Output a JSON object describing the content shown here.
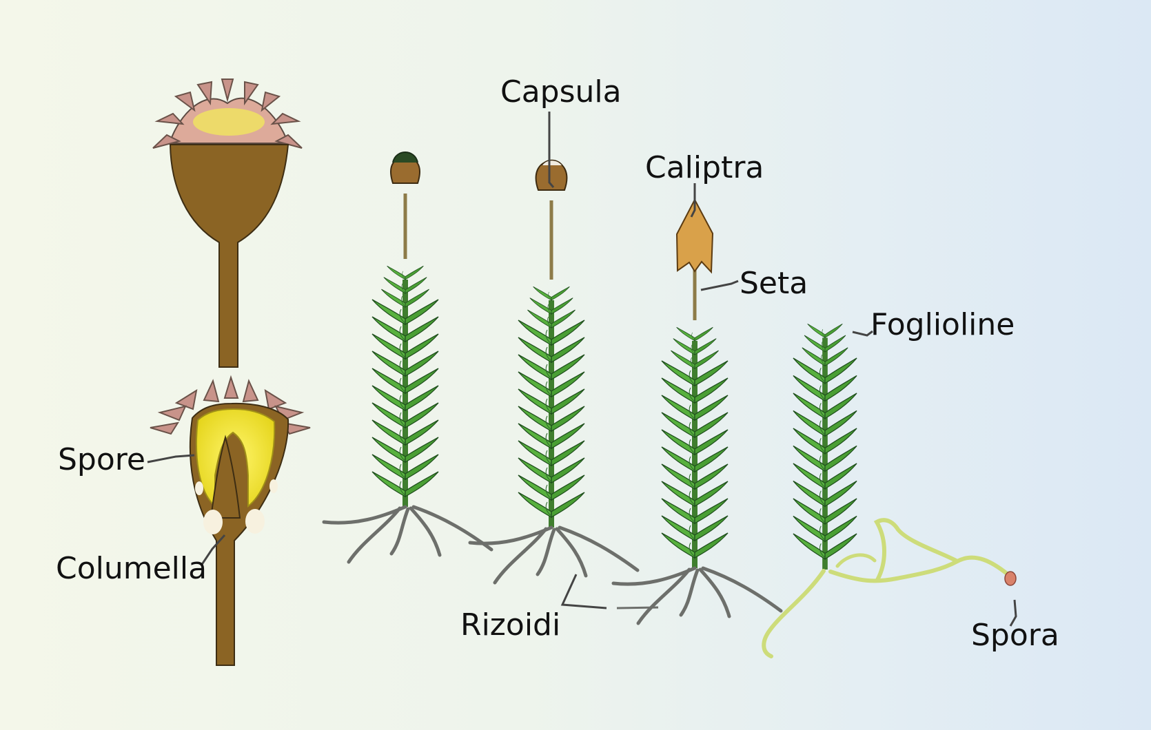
{
  "labels": {
    "capsula": "Capsula",
    "caliptra": "Caliptra",
    "seta": "Seta",
    "foglioline": "Foglioline",
    "spore": "Spore",
    "columella": "Columella",
    "rizoidi": "Rizoidi",
    "spora": "Spora"
  },
  "colors": {
    "background_left": "#f4f7ea",
    "background_right": "#dbe8f4",
    "capsule_brown": "#8b6424",
    "peristome_pink": "#c8938a",
    "spore_yellow": "#f2e82a",
    "leaf_green": "#4ea838",
    "rhizoid_gray": "#6d6f6b",
    "calyptra_orange": "#d9a14a",
    "protonema_yellow_green": "#cddc7a",
    "spore_dot": "#d9826b"
  }
}
